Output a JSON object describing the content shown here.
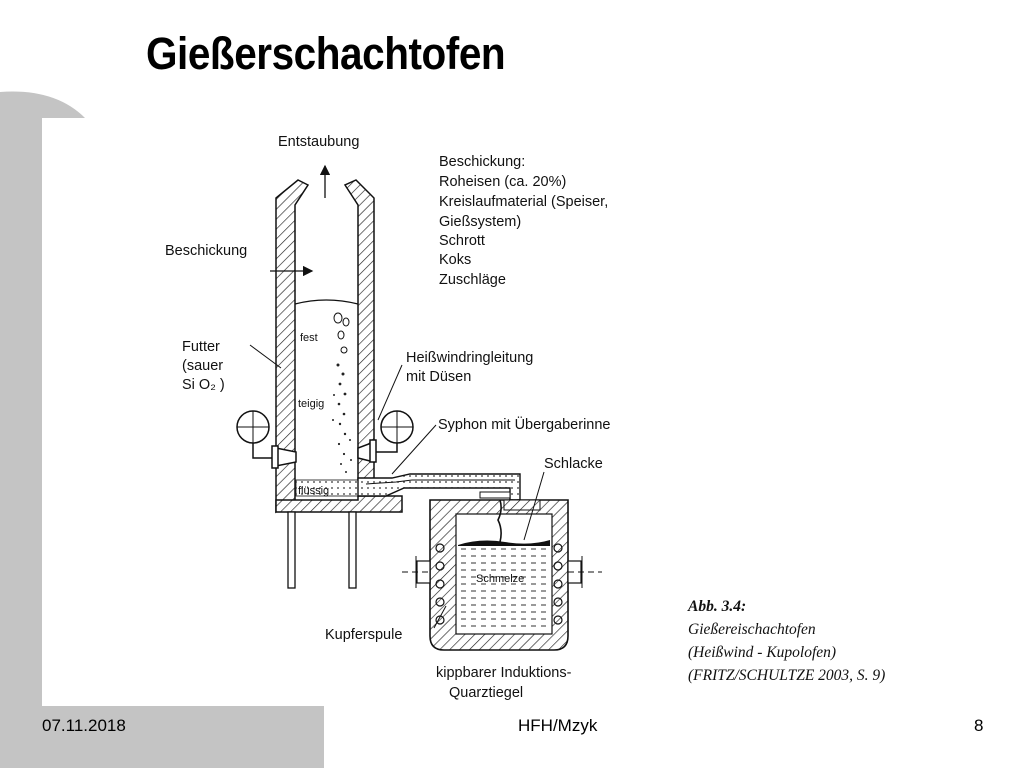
{
  "title": "Gießerschachtofen",
  "footer": {
    "date": "07.11.2018",
    "center": "HFH/Mzyk",
    "page": "8"
  },
  "diagram": {
    "labels": {
      "entstaubung": "Entstaubung",
      "beschickung_side": "Beschickung",
      "beschickung_list": [
        "Beschickung:",
        "Roheisen (ca. 20%)",
        "Kreislaufmaterial (Speiser,",
        "Gießsystem)",
        "Schrott",
        "Koks",
        "Zuschläge"
      ],
      "futter": [
        "Futter",
        "(sauer",
        "Si O₂ )"
      ],
      "fest": "fest",
      "teigig": "teigig",
      "fluessig": "flüssig",
      "heisswind": [
        "Heißwindringleitung",
        "mit Düsen"
      ],
      "syphon": "Syphon mit Übergaberinne",
      "schlacke": "Schlacke",
      "schmelze": "Schmelze",
      "kupferspule": "Kupferspule",
      "tiegel": [
        "kippbarer Induktions-",
        "Quarztiegel"
      ]
    },
    "caption": {
      "line1": "Abb. 3.4:",
      "line2": "Gießereischachtofen",
      "line3": "(Heißwind - Kupolofen)",
      "line4": "(FRITZ/SCHULTZE 2003, S. 9)"
    }
  },
  "colors": {
    "frame": "#c4c4c4",
    "ink": "#111111"
  }
}
